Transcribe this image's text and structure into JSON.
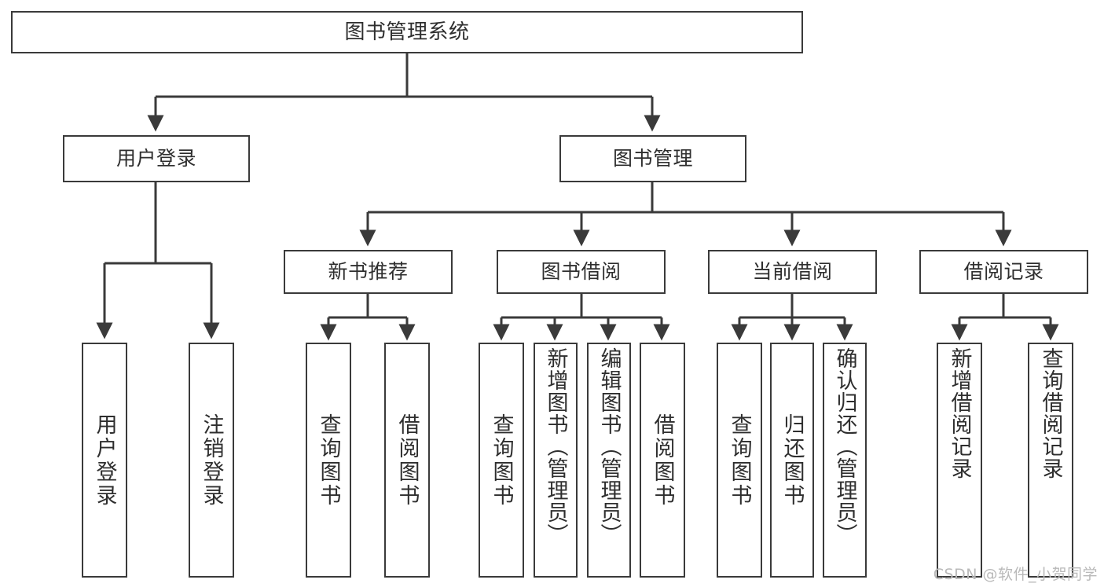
{
  "diagram": {
    "title": "图书管理系统",
    "type": "hierarchy-tree",
    "root": {
      "id": "root",
      "label": "图书管理系统"
    },
    "level2": [
      {
        "id": "user-login",
        "label": "用户登录"
      },
      {
        "id": "book-manage",
        "label": "图书管理"
      }
    ],
    "level3": [
      {
        "id": "new-book-rec",
        "label": "新书推荐",
        "parent": "book-manage"
      },
      {
        "id": "book-borrow",
        "label": "图书借阅",
        "parent": "book-manage"
      },
      {
        "id": "current-borrow",
        "label": "当前借阅",
        "parent": "book-manage"
      },
      {
        "id": "borrow-record",
        "label": "借阅记录",
        "parent": "book-manage"
      }
    ],
    "leaves": [
      {
        "id": "leaf-user-login",
        "label": "用户登录",
        "parent": "user-login"
      },
      {
        "id": "leaf-logout",
        "label": "注销登录",
        "parent": "user-login"
      },
      {
        "id": "leaf-query-book-1",
        "label": "查询图书",
        "parent": "new-book-rec"
      },
      {
        "id": "leaf-borrow-book-1",
        "label": "借阅图书",
        "parent": "new-book-rec"
      },
      {
        "id": "leaf-query-book-2",
        "label": "查询图书",
        "parent": "book-borrow"
      },
      {
        "id": "leaf-add-book",
        "label": "新增图书（管理员）",
        "parent": "book-borrow"
      },
      {
        "id": "leaf-edit-book",
        "label": "编辑图书（管理员）",
        "parent": "book-borrow"
      },
      {
        "id": "leaf-borrow-book-2",
        "label": "借阅图书",
        "parent": "book-borrow"
      },
      {
        "id": "leaf-query-book-3",
        "label": "查询图书",
        "parent": "current-borrow"
      },
      {
        "id": "leaf-return-book",
        "label": "归还图书",
        "parent": "current-borrow"
      },
      {
        "id": "leaf-confirm-return",
        "label": "确认归还（管理员）",
        "parent": "current-borrow"
      },
      {
        "id": "leaf-add-record",
        "label": "新增借阅记录",
        "parent": "borrow-record"
      },
      {
        "id": "leaf-query-record",
        "label": "查询借阅记录",
        "parent": "borrow-record"
      }
    ],
    "colors": {
      "stroke": "#3a3a3a",
      "text": "#2e2e2e",
      "background": "#ffffff",
      "watermark": "#b9b9b9"
    }
  },
  "watermark": {
    "text": "CSDN @软件_小贺同学"
  }
}
